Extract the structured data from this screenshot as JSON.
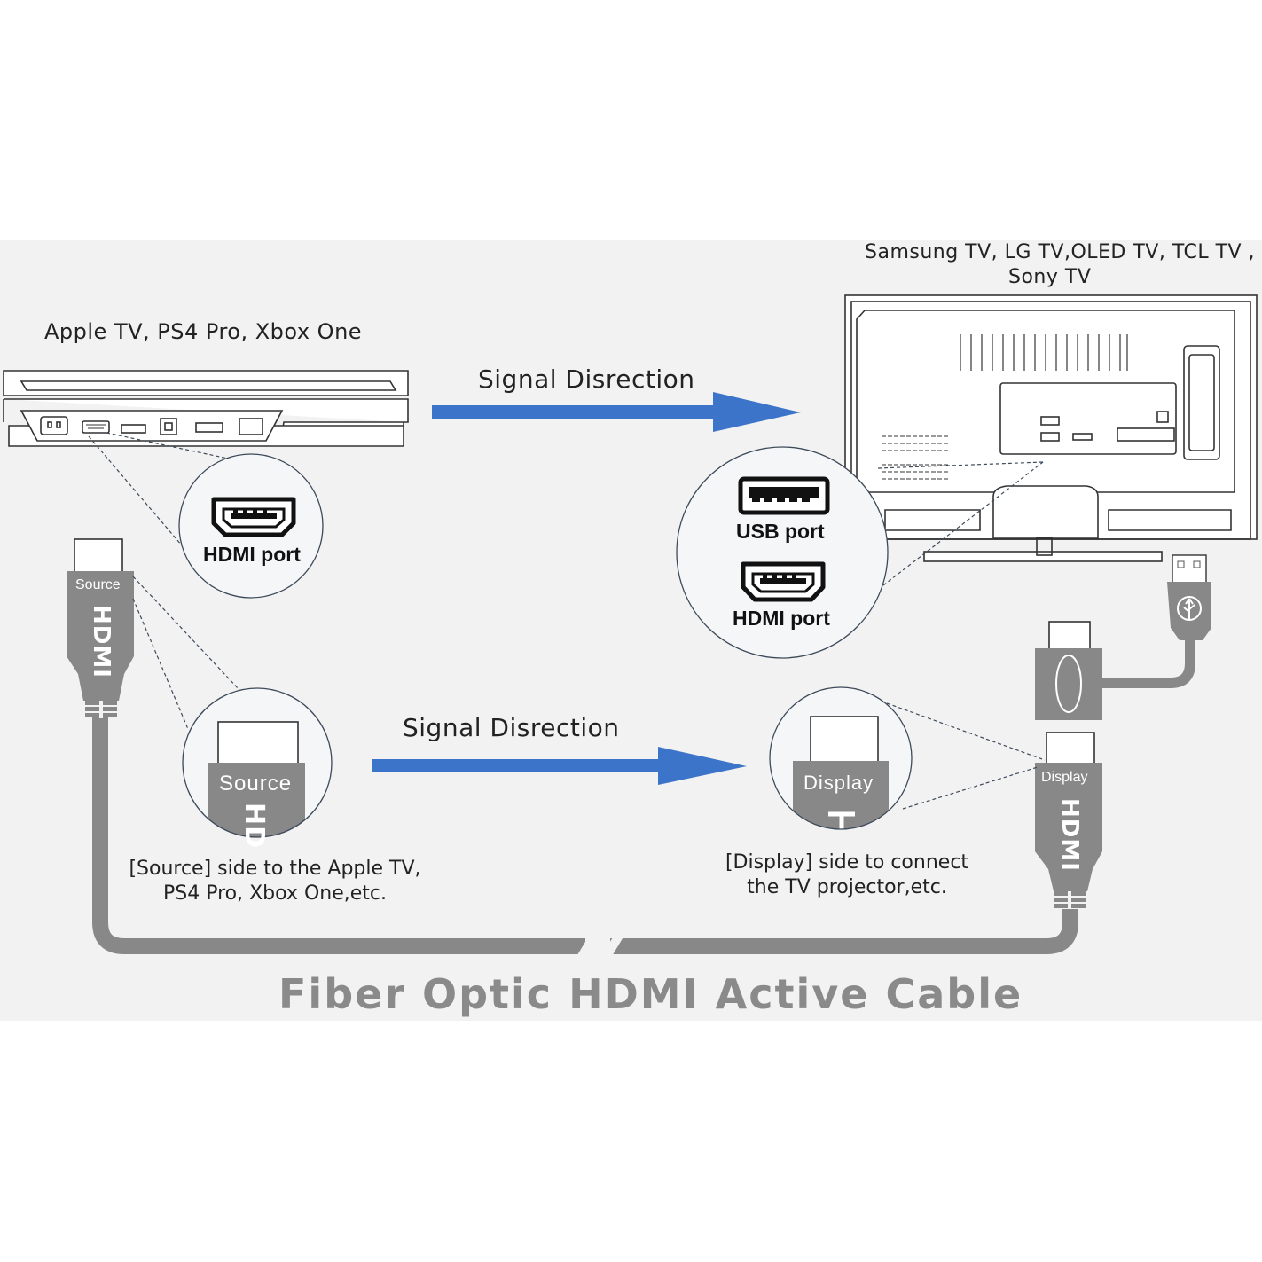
{
  "source_devices": "Apple TV, PS4 Pro, Xbox One",
  "display_devices_line1": "Samsung TV, LG TV,OLED TV, TCL TV ,",
  "display_devices_line2": "Sony TV",
  "signal_top": "Signal Disrection",
  "signal_bottom": "Signal Disrection",
  "hdmi_port_left": "HDMI port",
  "usb_port": "USB port",
  "hdmi_port_right": "HDMI port",
  "connector_source": "Source",
  "connector_display": "Display",
  "connector_hdmi": "HDMI",
  "zoom_source": "Source",
  "zoom_source_hdmi": "HD",
  "zoom_display": "Display",
  "source_caption_line1": "[Source] side to the Apple TV,",
  "source_caption_line2": "PS4 Pro, Xbox One,etc.",
  "display_caption_line1": "[Display] side to connect",
  "display_caption_line2": "the TV projector,etc.",
  "title": "Fiber Optic HDMI Active Cable",
  "colors": {
    "panel": "#f2f2f2",
    "arrow": "#3b74c9",
    "cable": "#888888",
    "line": "#3d4a5a"
  }
}
